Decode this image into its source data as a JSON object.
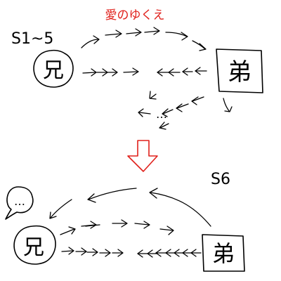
{
  "title": "愛のゆくえ",
  "colors": {
    "title": "#e0201b",
    "ink": "#000000",
    "transition_arrow": "#e0201b"
  },
  "top": {
    "season_label": "S1~5",
    "elder_brother_label": "兄",
    "younger_brother_label": "弟",
    "ellipsis": "…"
  },
  "bottom": {
    "season_label": "S6",
    "elder_brother_label": "兄",
    "younger_brother_label": "弟",
    "speech_bubble_text": "…"
  }
}
